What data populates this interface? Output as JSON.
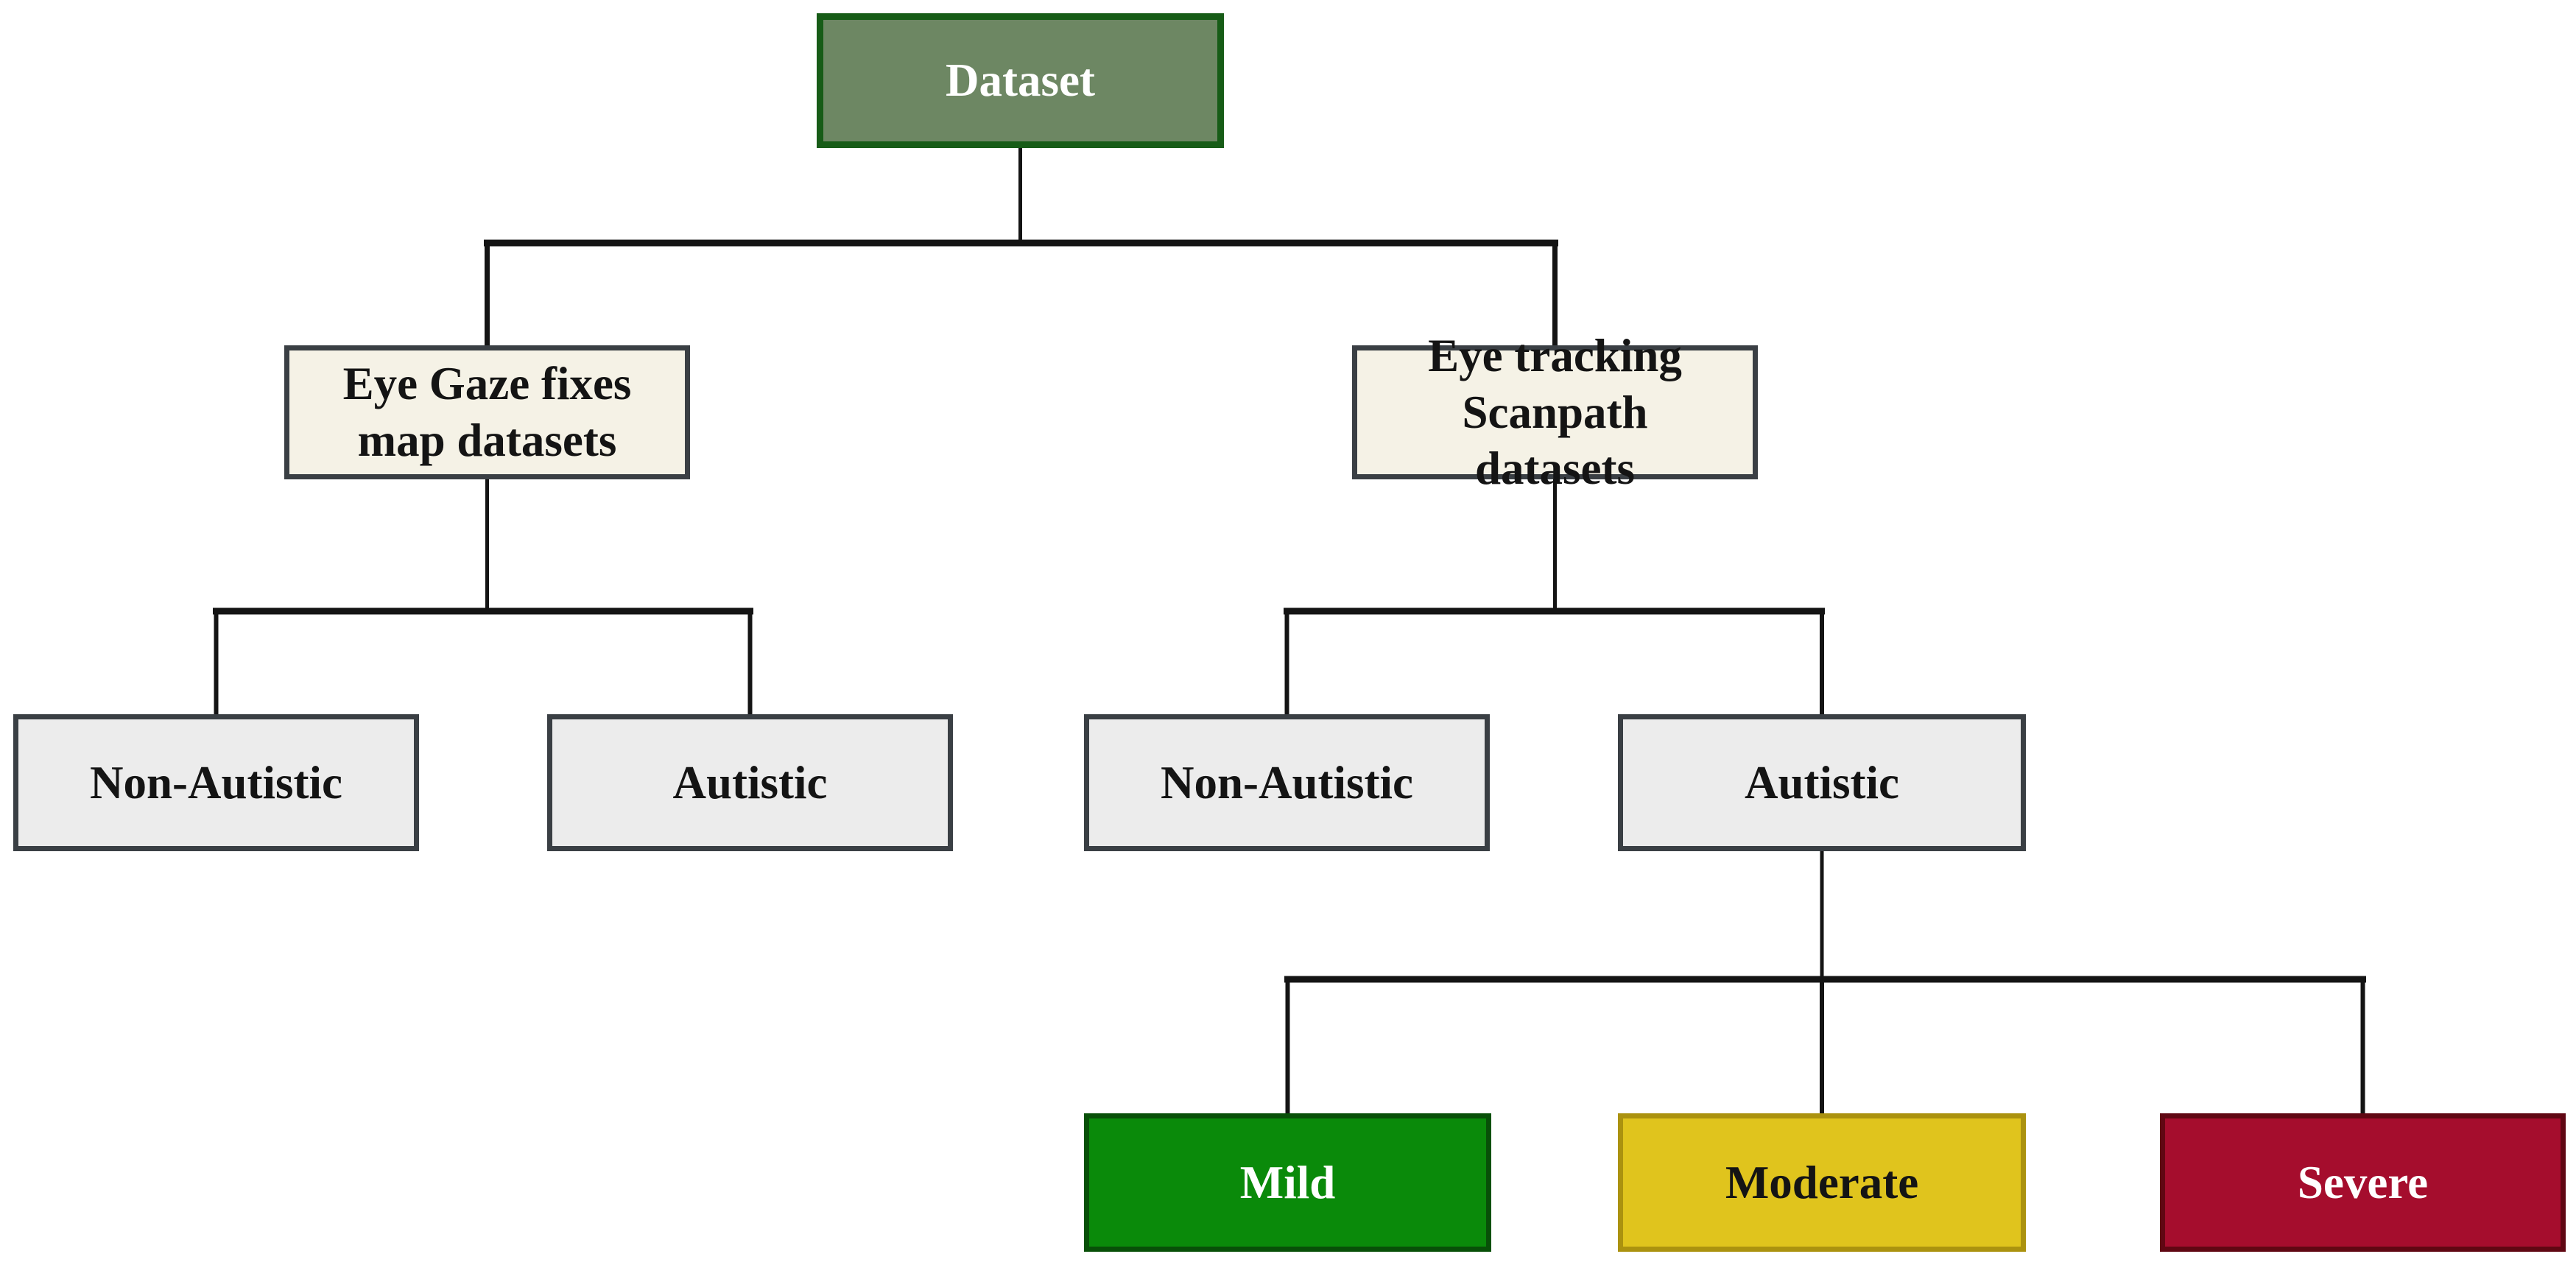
{
  "diagram": {
    "type": "tree",
    "title": "Dataset classification tree",
    "background_color": "#ffffff",
    "connector_color": "#141414",
    "nodes": {
      "root": {
        "label": "Dataset",
        "fill": "#6d8763",
        "border": "#175c17",
        "text_color": "#ffffff"
      },
      "gaze": {
        "label": "Eye Gaze fixes map datasets",
        "fill": "#f5f2e6",
        "border": "#3a3f44",
        "text_color": "#141414"
      },
      "scanpath": {
        "label": "Eye tracking Scanpath datasets",
        "fill": "#f5f2e6",
        "border": "#3a3f44",
        "text_color": "#141414"
      },
      "na_left": {
        "label": "Non-Autistic",
        "fill": "#ececec",
        "border": "#3a3f44",
        "text_color": "#141414"
      },
      "a_left": {
        "label": "Autistic",
        "fill": "#ececec",
        "border": "#3a3f44",
        "text_color": "#141414"
      },
      "na_right": {
        "label": "Non-Autistic",
        "fill": "#ececec",
        "border": "#3a3f44",
        "text_color": "#141414"
      },
      "a_right": {
        "label": "Autistic",
        "fill": "#ececec",
        "border": "#3a3f44",
        "text_color": "#141414"
      },
      "mild": {
        "label": "Mild",
        "fill": "#0a8a0a",
        "border": "#085008",
        "text_color": "#ffffff"
      },
      "moderate": {
        "label": "Moderate",
        "fill": "#e0c41d",
        "border": "#ab920f",
        "text_color": "#141414"
      },
      "severe": {
        "label": "Severe",
        "fill": "#a50d2d",
        "border": "#600713",
        "text_color": "#ffffff"
      }
    },
    "edges": [
      {
        "from": "root",
        "to": "gaze"
      },
      {
        "from": "root",
        "to": "scanpath"
      },
      {
        "from": "gaze",
        "to": "na_left"
      },
      {
        "from": "gaze",
        "to": "a_left"
      },
      {
        "from": "scanpath",
        "to": "na_right"
      },
      {
        "from": "scanpath",
        "to": "a_right"
      },
      {
        "from": "a_right",
        "to": "mild"
      },
      {
        "from": "a_right",
        "to": "moderate"
      },
      {
        "from": "a_right",
        "to": "severe"
      }
    ]
  }
}
